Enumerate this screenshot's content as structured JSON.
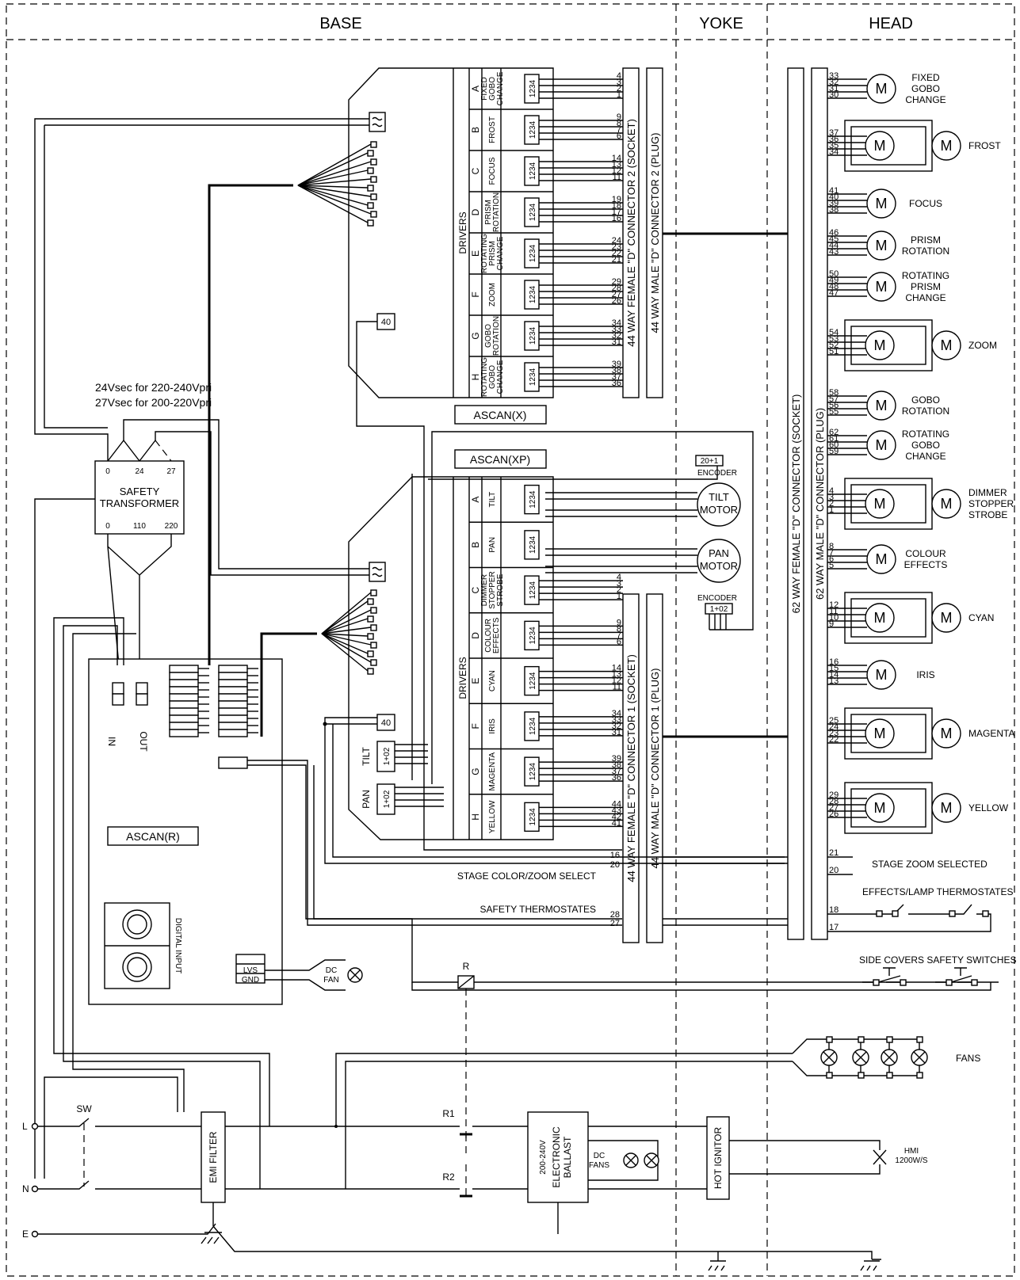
{
  "sections": {
    "base": "BASE",
    "yoke": "YOKE",
    "head": "HEAD"
  },
  "transformer": {
    "note_line1": "24Vsec for 220-240Vpri",
    "note_line2": "27Vsec for 200-220Vpri",
    "label_line1": "SAFETY",
    "label_line2": "TRANSFORMER",
    "secondary_taps": [
      "0",
      "24",
      "27"
    ],
    "primary_taps": [
      "0",
      "110",
      "220"
    ]
  },
  "boards": {
    "x": "ASCAN(X)",
    "xp": "ASCAN(XP)",
    "r": "ASCAN(R)",
    "digital_input": "DIGITAL INPUT",
    "in": "IN",
    "out": "OUT",
    "tilt": "TILT",
    "pan": "PAN",
    "lvs": "LVS",
    "gnd": "GND",
    "plug_40": "40",
    "encoder_top": "20+1",
    "encoder_bottom": "1+02",
    "encoder_label": "ENCODER",
    "pin_block": "1234"
  },
  "drivers_x": {
    "title": "DRIVERS",
    "channels": [
      {
        "letter": "A",
        "name": [
          "FIXED",
          "GOBO",
          "CHANGE"
        ],
        "pins": [
          "4",
          "3",
          "2",
          "1"
        ]
      },
      {
        "letter": "B",
        "name": [
          "FROST"
        ],
        "pins": [
          "9",
          "8",
          "7",
          "6"
        ]
      },
      {
        "letter": "C",
        "name": [
          "FOCUS"
        ],
        "pins": [
          "14",
          "13",
          "12",
          "11"
        ]
      },
      {
        "letter": "D",
        "name": [
          "PRISM",
          "ROTATION"
        ],
        "pins": [
          "19",
          "18",
          "17",
          "16"
        ]
      },
      {
        "letter": "E",
        "name": [
          "ROTATING",
          "PRISM",
          "CHANGE"
        ],
        "pins": [
          "24",
          "23",
          "22",
          "21"
        ]
      },
      {
        "letter": "F",
        "name": [
          "ZOOM"
        ],
        "pins": [
          "29",
          "28",
          "27",
          "26"
        ]
      },
      {
        "letter": "G",
        "name": [
          "GOBO",
          "ROTATION"
        ],
        "pins": [
          "34",
          "33",
          "32",
          "31"
        ]
      },
      {
        "letter": "H",
        "name": [
          "ROTATING",
          "GOBO",
          "CHANGE"
        ],
        "pins": [
          "39",
          "38",
          "37",
          "36"
        ]
      }
    ]
  },
  "drivers_xp": {
    "title": "DRIVERS",
    "channels": [
      {
        "letter": "A",
        "name": [
          "TILT"
        ],
        "pins": []
      },
      {
        "letter": "B",
        "name": [
          "PAN"
        ],
        "pins": []
      },
      {
        "letter": "C",
        "name": [
          "DIMMER",
          "STOPPER",
          "STROBE"
        ],
        "pins": [
          "4",
          "3",
          "2",
          "1"
        ]
      },
      {
        "letter": "D",
        "name": [
          "COLOUR",
          "EFFECTS"
        ],
        "pins": [
          "9",
          "8",
          "7",
          "6"
        ]
      },
      {
        "letter": "E",
        "name": [
          "CYAN"
        ],
        "pins": [
          "14",
          "13",
          "12",
          "11"
        ]
      },
      {
        "letter": "F",
        "name": [
          "IRIS"
        ],
        "pins": [
          "34",
          "33",
          "32",
          "31"
        ]
      },
      {
        "letter": "G",
        "name": [
          "MAGENTA"
        ],
        "pins": [
          "39",
          "38",
          "37",
          "36"
        ]
      },
      {
        "letter": "H",
        "name": [
          "YELLOW"
        ],
        "pins": [
          "44",
          "43",
          "42",
          "41"
        ]
      }
    ]
  },
  "connectors": {
    "c2_socket": "44 WAY FEMALE \"D\" CONNECTOR 2 (SOCKET)",
    "c2_plug": "44 WAY MALE \"D\" CONNECTOR 2 (PLUG)",
    "c1_socket": "44 WAY FEMALE \"D\" CONNECTOR 1 (SOCKET)",
    "c1_plug": "44 WAY MALE \"D\" CONNECTOR 1 (PLUG)",
    "h_socket": "62 WAY FEMALE \"D\" CONNECTOR (SOCKET)",
    "h_plug": "62 WAY MALE \"D\" CONNECTOR (PLUG)"
  },
  "yoke_motors": {
    "tilt": [
      "TILT",
      "MOTOR"
    ],
    "pan": [
      "PAN",
      "MOTOR"
    ],
    "motor_symbol": "M"
  },
  "head_motors": [
    {
      "label": [
        "FIXED",
        "GOBO",
        "CHANGE"
      ],
      "pins": [
        "33",
        "32",
        "31",
        "30"
      ],
      "double": false
    },
    {
      "label": [
        "FROST"
      ],
      "pins": [
        "37",
        "36",
        "35",
        "34"
      ],
      "double": true
    },
    {
      "label": [
        "FOCUS"
      ],
      "pins": [
        "41",
        "40",
        "39",
        "38"
      ],
      "double": false
    },
    {
      "label": [
        "PRISM",
        "ROTATION"
      ],
      "pins": [
        "46",
        "45",
        "44",
        "43"
      ],
      "double": false
    },
    {
      "label": [
        "ROTATING",
        "PRISM",
        "CHANGE"
      ],
      "pins": [
        "50",
        "49",
        "48",
        "47"
      ],
      "double": false
    },
    {
      "label": [
        "ZOOM"
      ],
      "pins": [
        "54",
        "53",
        "52",
        "51"
      ],
      "double": true
    },
    {
      "label": [
        "GOBO",
        "ROTATION"
      ],
      "pins": [
        "58",
        "57",
        "56",
        "55"
      ],
      "double": false
    },
    {
      "label": [
        "ROTATING",
        "GOBO",
        "CHANGE"
      ],
      "pins": [
        "62",
        "61",
        "60",
        "59"
      ],
      "double": false
    },
    {
      "label": [
        "DIMMER",
        "STOPPER",
        "STROBE"
      ],
      "pins": [
        "4",
        "3",
        "2",
        "1"
      ],
      "double": true
    },
    {
      "label": [
        "COLOUR",
        "EFFECTS"
      ],
      "pins": [
        "8",
        "7",
        "6",
        "5"
      ],
      "double": false
    },
    {
      "label": [
        "CYAN"
      ],
      "pins": [
        "12",
        "11",
        "10",
        "9"
      ],
      "double": true
    },
    {
      "label": [
        "IRIS"
      ],
      "pins": [
        "16",
        "15",
        "14",
        "13"
      ],
      "double": false
    },
    {
      "label": [
        "MAGENTA"
      ],
      "pins": [
        "25",
        "24",
        "23",
        "22"
      ],
      "double": true
    },
    {
      "label": [
        "YELLOW"
      ],
      "pins": [
        "29",
        "28",
        "27",
        "26"
      ],
      "double": true
    }
  ],
  "signals": {
    "stage_color_zoom": "STAGE COLOR/ZOOM SELECT",
    "stage_pins": [
      "16",
      "20"
    ],
    "safety_thermostates": "SAFETY THERMOSTATES",
    "safety_pins": [
      "28",
      "27"
    ],
    "stage_zoom_selected": "STAGE ZOOM SELECTED",
    "effects_lamp_thermostates": "EFFECTS/LAMP THERMOSTATES",
    "side_covers": "SIDE COVERS SAFETY SWITCHES",
    "head_pins": [
      "21",
      "20",
      "18",
      "17"
    ]
  },
  "power": {
    "l": "L",
    "n": "N",
    "e": "E",
    "sw": "SW",
    "emi": "EMI FILTER",
    "r": "R",
    "r1": "R1",
    "r2": "R2",
    "ballast_line1": "ELECTRONIC",
    "ballast_line2": "BALLAST",
    "ballast_voltage": "200-240V",
    "dc_fans": [
      "DC",
      "FANS"
    ],
    "dc_fan": [
      "DC",
      "FAN"
    ],
    "fans": "FANS",
    "hot_ignitor": "HOT IGNITOR",
    "lamp_line1": "HMI",
    "lamp_line2": "1200W/S"
  }
}
